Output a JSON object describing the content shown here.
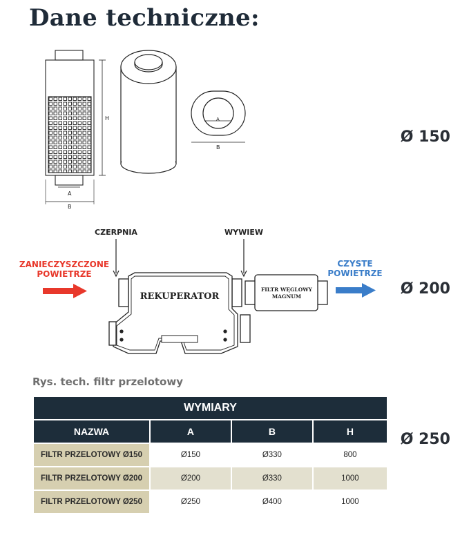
{
  "page": {
    "title": "Dane techniczne:"
  },
  "diameters": [
    "Ø 150",
    "Ø 200",
    "Ø 250"
  ],
  "drawing": {
    "label_h": "H",
    "label_a": "A",
    "label_b": "B",
    "label_a2": "A",
    "label_b2": "B"
  },
  "diagram": {
    "czerpnia": "CZERPNIA",
    "wywiew": "WYWIEW",
    "dirty_line1": "ZANIECZYSZCZONE",
    "dirty_line2": "POWIETRZE",
    "clean_line1": "CZYSTE",
    "clean_line2": "POWIETRZE",
    "rekuperator": "REKUPERATOR",
    "filter_line1": "FILTR WĘGLOWY",
    "filter_line2": "MAGNUM",
    "colors": {
      "dirty": "#e8382b",
      "clean": "#3a7dc9"
    }
  },
  "caption": "Rys. tech. filtr przelotowy",
  "table": {
    "title": "WYMIARY",
    "headers": [
      "NAZWA",
      "A",
      "B",
      "H"
    ],
    "rows": [
      {
        "name": "FILTR PRZELOTOWY Ø150",
        "a": "Ø150",
        "b": "Ø330",
        "h": "800"
      },
      {
        "name": "FILTR PRZELOTOWY Ø200",
        "a": "Ø200",
        "b": "Ø330",
        "h": "1000"
      },
      {
        "name": "FILTR PRZELOTOWY Ø250",
        "a": "Ø250",
        "b": "Ø400",
        "h": "1000"
      }
    ],
    "colors": {
      "header": "#1d2d3a",
      "name_cell": "#d6cfb0",
      "alt_row": "#e3e0cf"
    }
  }
}
